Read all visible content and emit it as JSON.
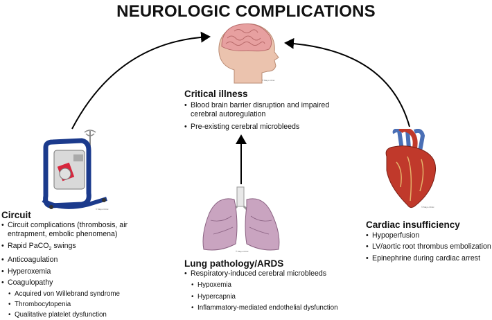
{
  "title": "NEUROLOGIC COMPLICATIONS",
  "critical_illness": {
    "heading": "Critical illness",
    "items": [
      "Blood brain barrier disruption and impaired cerebral autoregulation",
      "Pre-existing cerebral microbleeds"
    ]
  },
  "circuit": {
    "heading": "Circuit",
    "items": [
      "Circuit complications (thrombosis, air entrapment, embolic phenomena)",
      "Rapid PaCO",
      "Anticoagulation",
      "Hyperoxemia",
      "Coagulopathy"
    ],
    "paco2_sub": "2",
    "paco2_suffix": " swings",
    "coagulopathy_sub": [
      "Acquired von Willebrand syndrome",
      "Thrombocytopenia",
      "Qualitative platelet dysfunction"
    ]
  },
  "lung": {
    "heading": "Lung pathology/ARDS",
    "items": [
      "Respiratory-induced cerebral microbleeds"
    ],
    "sub": [
      "Hypoxemia",
      "Hypercapnia",
      "Inflammatory-mediated endothelial dysfunction"
    ]
  },
  "cardiac": {
    "heading": "Cardiac insufficiency",
    "items": [
      "Hypoperfusion",
      "LV/aortic root thrombus embolization",
      "Epinephrine during cardiac arrest"
    ]
  },
  "icons": [
    "brain-head-illustration",
    "ecmo-machine-illustration",
    "lungs-illustration",
    "heart-illustration"
  ],
  "colors": {
    "text": "#111111",
    "arrow": "#000000",
    "brain": "#d9a08a",
    "heart": "#c0392b",
    "lungs": "#c9a4c0",
    "machine_red": "#d7263d",
    "machine_blue": "#1b3a8c"
  }
}
